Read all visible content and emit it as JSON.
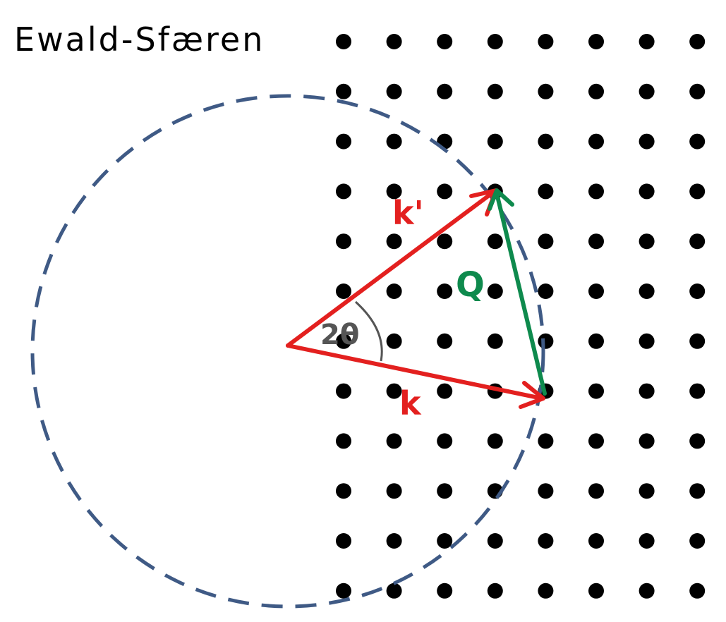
{
  "title": "Ewald-Sfæren",
  "labels": {
    "k_prime": "k'",
    "k": "k",
    "q": "Q",
    "angle": "2θ"
  },
  "colors": {
    "circle": "#3f5a85",
    "k_vectors": "#e3201f",
    "q_vector": "#0e8a4d",
    "angle_arc": "#555555",
    "lattice": "#000000"
  },
  "lattice": {
    "columns": 8,
    "rows": 12
  }
}
